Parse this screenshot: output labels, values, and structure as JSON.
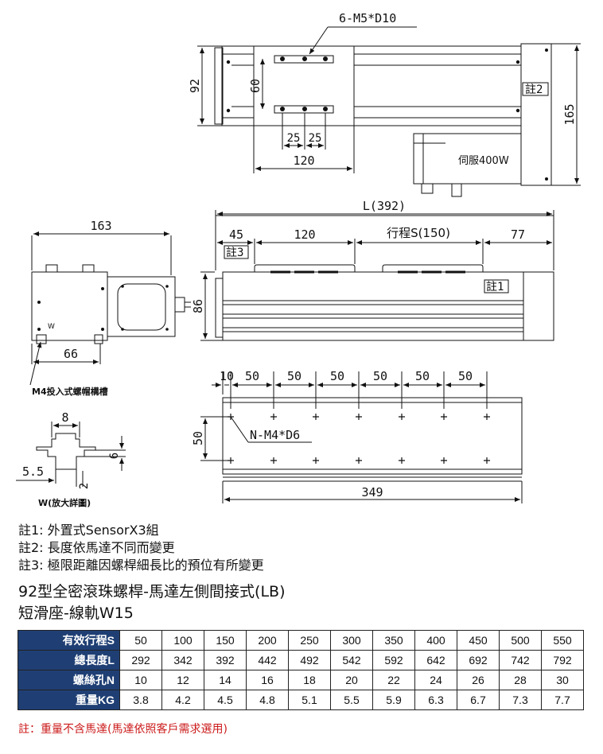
{
  "drawing_labels": {
    "top_callout": "6-M5*D10",
    "dim_92": "92",
    "dim_60": "60",
    "dim_25a": "25",
    "dim_25b": "25",
    "dim_120_top": "120",
    "dim_165": "165",
    "note2_tag": "註2",
    "servo_label": "伺服400W",
    "dim_L": "L(392)",
    "dim_163": "163",
    "dim_45": "45",
    "dim_120_side": "120",
    "dim_stroke": "行程S(150)",
    "dim_77": "77",
    "note3_tag": "註3",
    "note1_tag": "註1",
    "dim_86": "86",
    "slot_w_mark": "W",
    "dim_66": "66",
    "slot_nut_label": "M4投入式螺帽構槽",
    "dim_10": "10",
    "dim_50s": [
      "50",
      "50",
      "50",
      "50",
      "50",
      "50"
    ],
    "dim_50_vert": "50",
    "holes_callout": "N-M4*D6",
    "dim_349": "349",
    "detail_8": "8",
    "detail_6": "6",
    "detail_55": "5.5",
    "detail_2": "2",
    "detail_caption": "W(放大詳圖)"
  },
  "notes": [
    "註1: 外置式SensorX3組",
    "註2: 長度依馬達不同而變更",
    "註3: 極限距離因螺桿細長比的預位有所變更"
  ],
  "heading": {
    "line1": "92型全密滾珠螺桿-馬達左側間接式(LB)",
    "line2": "短滑座-線軌W15"
  },
  "table": {
    "header_color": "#1f3f74",
    "rows": [
      {
        "label": "有效行程S",
        "values": [
          "50",
          "100",
          "150",
          "200",
          "250",
          "300",
          "350",
          "400",
          "450",
          "500",
          "550"
        ]
      },
      {
        "label": "總長度L",
        "values": [
          "292",
          "342",
          "392",
          "442",
          "492",
          "542",
          "592",
          "642",
          "692",
          "742",
          "792"
        ]
      },
      {
        "label": "螺絲孔N",
        "values": [
          "10",
          "12",
          "14",
          "16",
          "18",
          "20",
          "22",
          "24",
          "26",
          "28",
          "30"
        ]
      },
      {
        "label": "重量KG",
        "values": [
          "3.8",
          "4.2",
          "4.5",
          "4.8",
          "5.1",
          "5.5",
          "5.9",
          "6.3",
          "6.7",
          "7.3",
          "7.7"
        ]
      }
    ]
  },
  "footnote": "註：重量不含馬達(馬達依照客戶需求選用)",
  "footnote_color": "#cc1b1b"
}
